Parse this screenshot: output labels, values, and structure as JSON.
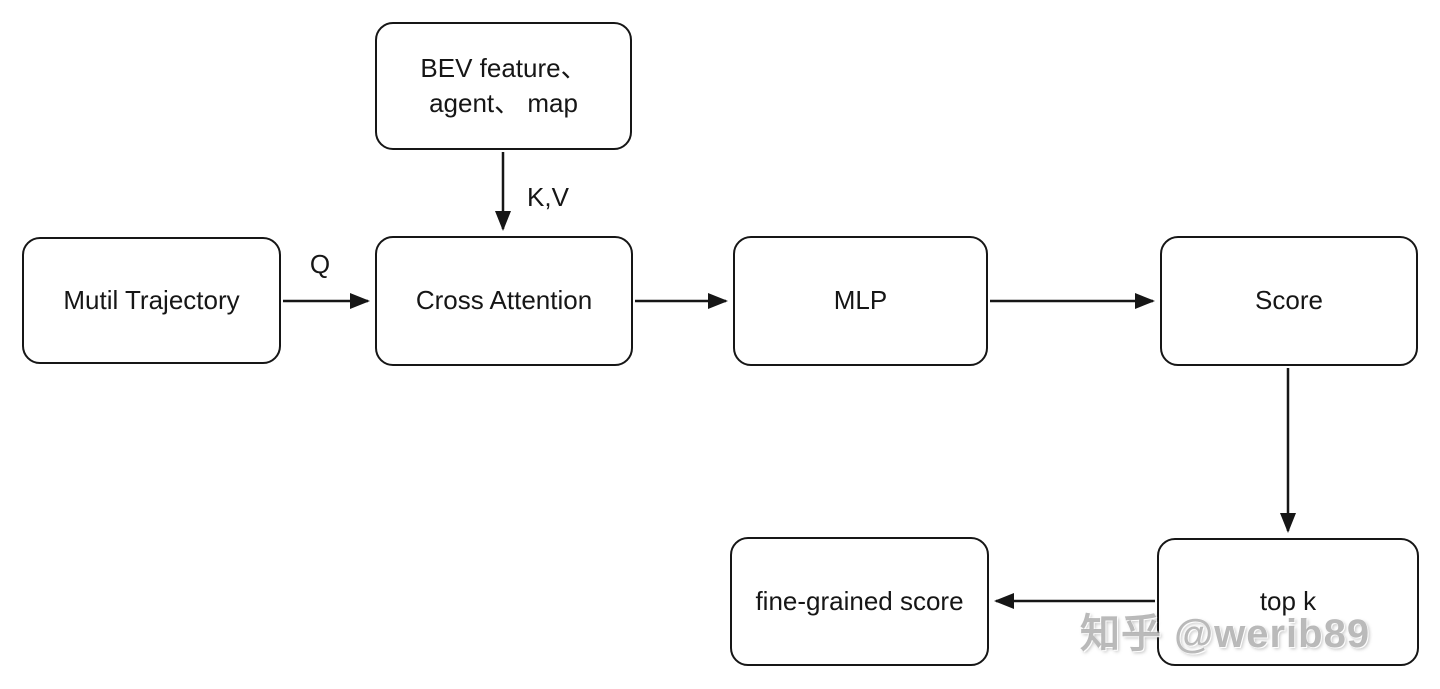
{
  "diagram": {
    "colors": {
      "stroke": "#161616",
      "background": "#ffffff"
    },
    "nodes": {
      "bev": {
        "lines": [
          "BEV feature、",
          "agent、 map"
        ]
      },
      "mutil": {
        "label": "Mutil Trajectory"
      },
      "cross": {
        "label": "Cross Attention"
      },
      "mlp": {
        "label": "MLP"
      },
      "score": {
        "label": "Score"
      },
      "topk": {
        "label": "top k"
      },
      "fine": {
        "label": "fine-grained score"
      }
    },
    "edges": {
      "mutil_to_cross": {
        "from": "Mutil Trajectory",
        "to": "Cross Attention",
        "label": "Q"
      },
      "bev_to_cross": {
        "from": "BEV feature、agent、 map",
        "to": "Cross Attention",
        "label": "K,V"
      },
      "cross_to_mlp": {
        "from": "Cross Attention",
        "to": "MLP",
        "label": ""
      },
      "mlp_to_score": {
        "from": "MLP",
        "to": "Score",
        "label": ""
      },
      "score_to_topk": {
        "from": "Score",
        "to": "top k",
        "label": ""
      },
      "topk_to_fine": {
        "from": "top k",
        "to": "fine-grained score",
        "label": ""
      }
    },
    "watermark": "知乎 @werib89"
  }
}
